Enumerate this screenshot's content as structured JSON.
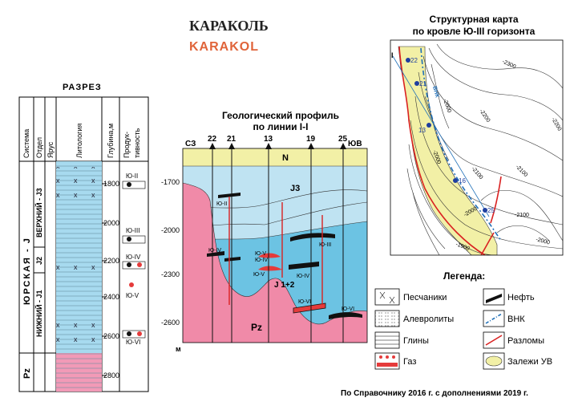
{
  "titles": {
    "ru": "КАРАКОЛЬ",
    "en": "KARAKOL",
    "section": "РАЗРЕЗ",
    "profile_line1": "Геологический профиль",
    "profile_line2": "по линии I-I",
    "structure_line1": "Структурная карта",
    "structure_line2": "по кровле Ю-III горизонта"
  },
  "column": {
    "headers": {
      "system": "Система",
      "series": "Отдел",
      "stage": "Ярус",
      "lithology": "Литология",
      "depth": "Глубина,м",
      "productivity_1": "Продук-",
      "productivity_2": "тивность"
    },
    "system_label": "ЮРСКАЯ - J",
    "pz_label": "Pz",
    "upper": "ВЕРХНИЙ - J3",
    "middle": "J2",
    "lower": "НИЖНИЙ - J1",
    "depths": [
      "1800",
      "2000",
      "2200",
      "2400",
      "2600",
      "2800"
    ],
    "horizons": [
      "Ю-II",
      "Ю-III",
      "Ю-IV",
      "Ю-V",
      "Ю-VI"
    ]
  },
  "profile": {
    "nw": "СЗ",
    "se": "ЮВ",
    "wells": [
      "22",
      "21",
      "13",
      "19",
      "25"
    ],
    "depths": [
      "-1700",
      "-2000",
      "-2300",
      "-2600"
    ],
    "unit": "м",
    "labels": {
      "N": "N",
      "J3": "J3",
      "J12": "J 1+2",
      "Pz": "Pz",
      "yu2": "Ю-II",
      "yu3": "Ю-III",
      "yu4a": "Ю-IV",
      "yu4b": "Ю-IV",
      "yu4c": "Ю-IV",
      "yu5a": "Ю-V",
      "yu5b": "Ю-V",
      "yu6a": "Ю-VI",
      "yu6b": "Ю-VI"
    }
  },
  "map": {
    "line_label": "I",
    "wells": [
      "22",
      "21",
      "13",
      "16",
      "25"
    ],
    "contours": [
      "-2300",
      "-2200",
      "-2100",
      "-2200",
      "-2000",
      "-2100",
      "-2000",
      "-1900",
      "-2100",
      "-2000",
      "-2000"
    ],
    "vnk_label": "ВНК"
  },
  "legend": {
    "title": "Легенда:",
    "items": [
      "Песчаники",
      "Нефть",
      "Алевролиты",
      "ВНК",
      "Глины",
      "Разломы",
      "Газ",
      "Залежи УВ"
    ]
  },
  "source": "По Справочнику 2016 г. с дополнениями 2019 г.",
  "colors": {
    "light_blue": "#bfe3f2",
    "blue": "#5dbde0",
    "pink": "#f08aa8",
    "yellow": "#f2f0a6",
    "oil": "#111111",
    "gas": "#e53b3b",
    "fault": "#d92121",
    "vnk": "#1f6fb8"
  }
}
